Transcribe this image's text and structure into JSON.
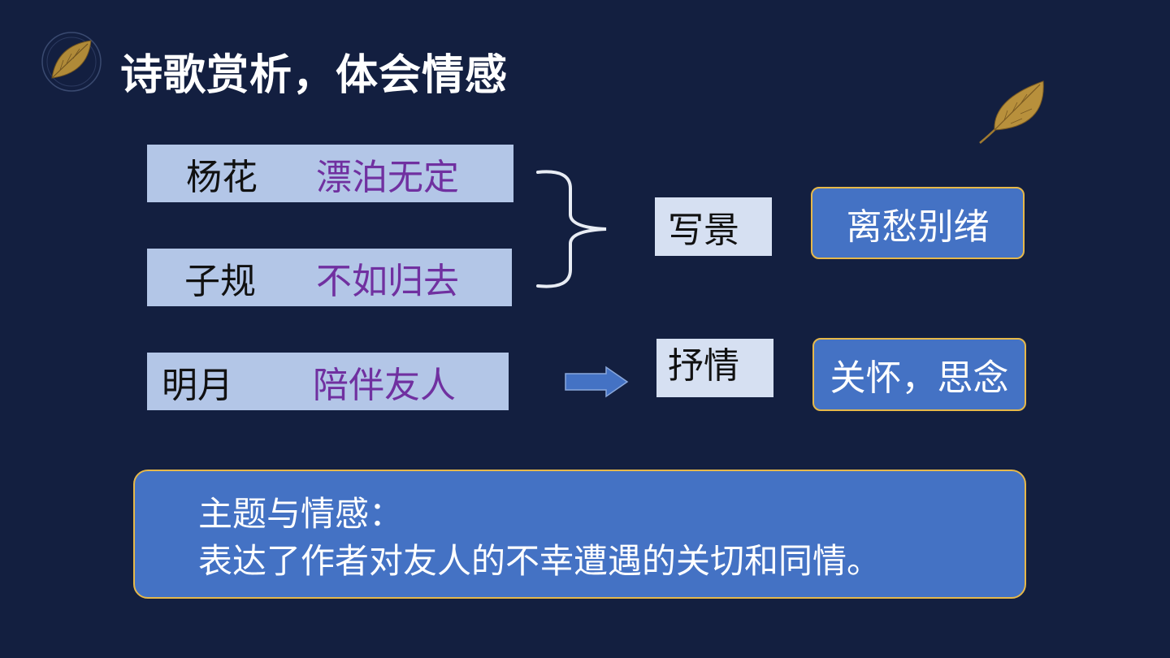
{
  "slide": {
    "title": "诗歌赏析，体会情感",
    "icons": {
      "title_icon": "leaf-icon",
      "corner_icon": "leaf-icon"
    },
    "pairs": [
      {
        "term": "杨花",
        "meaning": "漂泊无定"
      },
      {
        "term": "子规",
        "meaning": "不如归去"
      },
      {
        "term": "明月",
        "meaning": "陪伴友人"
      }
    ],
    "labels": {
      "xiejing": "写景",
      "shuqing": "抒情"
    },
    "results": {
      "lichou": "离愁别绪",
      "guanhuai": "关怀，思念"
    },
    "summary": {
      "heading": "主题与情感：",
      "body": "表达了作者对友人的不幸遭遇的关切和同情。"
    },
    "colors": {
      "background": "#131f40",
      "pair_box": "#b3c6e7",
      "label_box": "#d6e0f2",
      "accent_box": "#4472c4",
      "accent_border": "#e6b84a",
      "meaning_text": "#7030a0"
    }
  }
}
